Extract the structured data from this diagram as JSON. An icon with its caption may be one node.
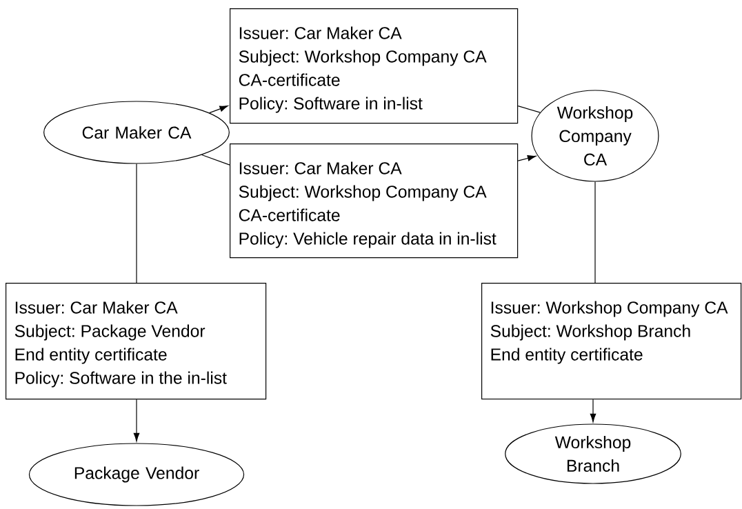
{
  "diagram": {
    "nodes": [
      {
        "text": [
          "Car Maker CA"
        ]
      },
      {
        "text": [
          "Workshop Company CA"
        ]
      },
      {
        "text": [
          "Issuer: Car Maker CA",
          "Subject: Workshop Company CA",
          "CA-certificate",
          "Policy: Software in in-list"
        ]
      },
      {
        "text": [
          "Issuer: Car Maker CA",
          "Subject: Workshop Company CA",
          "CA-certificate",
          "Policy: Vehicle repair data in in-list"
        ]
      },
      {
        "text": [
          "Issuer: Car Maker CA",
          "Subject: Package Vendor",
          "End entity certificate",
          "Policy: Software in the in-list"
        ]
      },
      {
        "text": [
          "Issuer: Workshop Company CA",
          "Subject: Workshop Branch",
          "End entity certificate"
        ]
      },
      {
        "text": [
          "Package Vendor"
        ]
      },
      {
        "text": [
          "Workshop Branch"
        ]
      }
    ],
    "edges": [
      {
        "from": 0,
        "to": 2,
        "arrow": "to"
      },
      {
        "from": 2,
        "to": 1,
        "arrow": "none"
      },
      {
        "from": 0,
        "to": 3,
        "arrow": "none"
      },
      {
        "from": 3,
        "to": 1,
        "arrow": "to"
      },
      {
        "from": 0,
        "to": 4,
        "arrow": "none"
      },
      {
        "from": 4,
        "to": 6,
        "arrow": "to"
      },
      {
        "from": 1,
        "to": 5,
        "arrow": "none"
      },
      {
        "from": 5,
        "to": 7,
        "arrow": "to"
      }
    ]
  }
}
